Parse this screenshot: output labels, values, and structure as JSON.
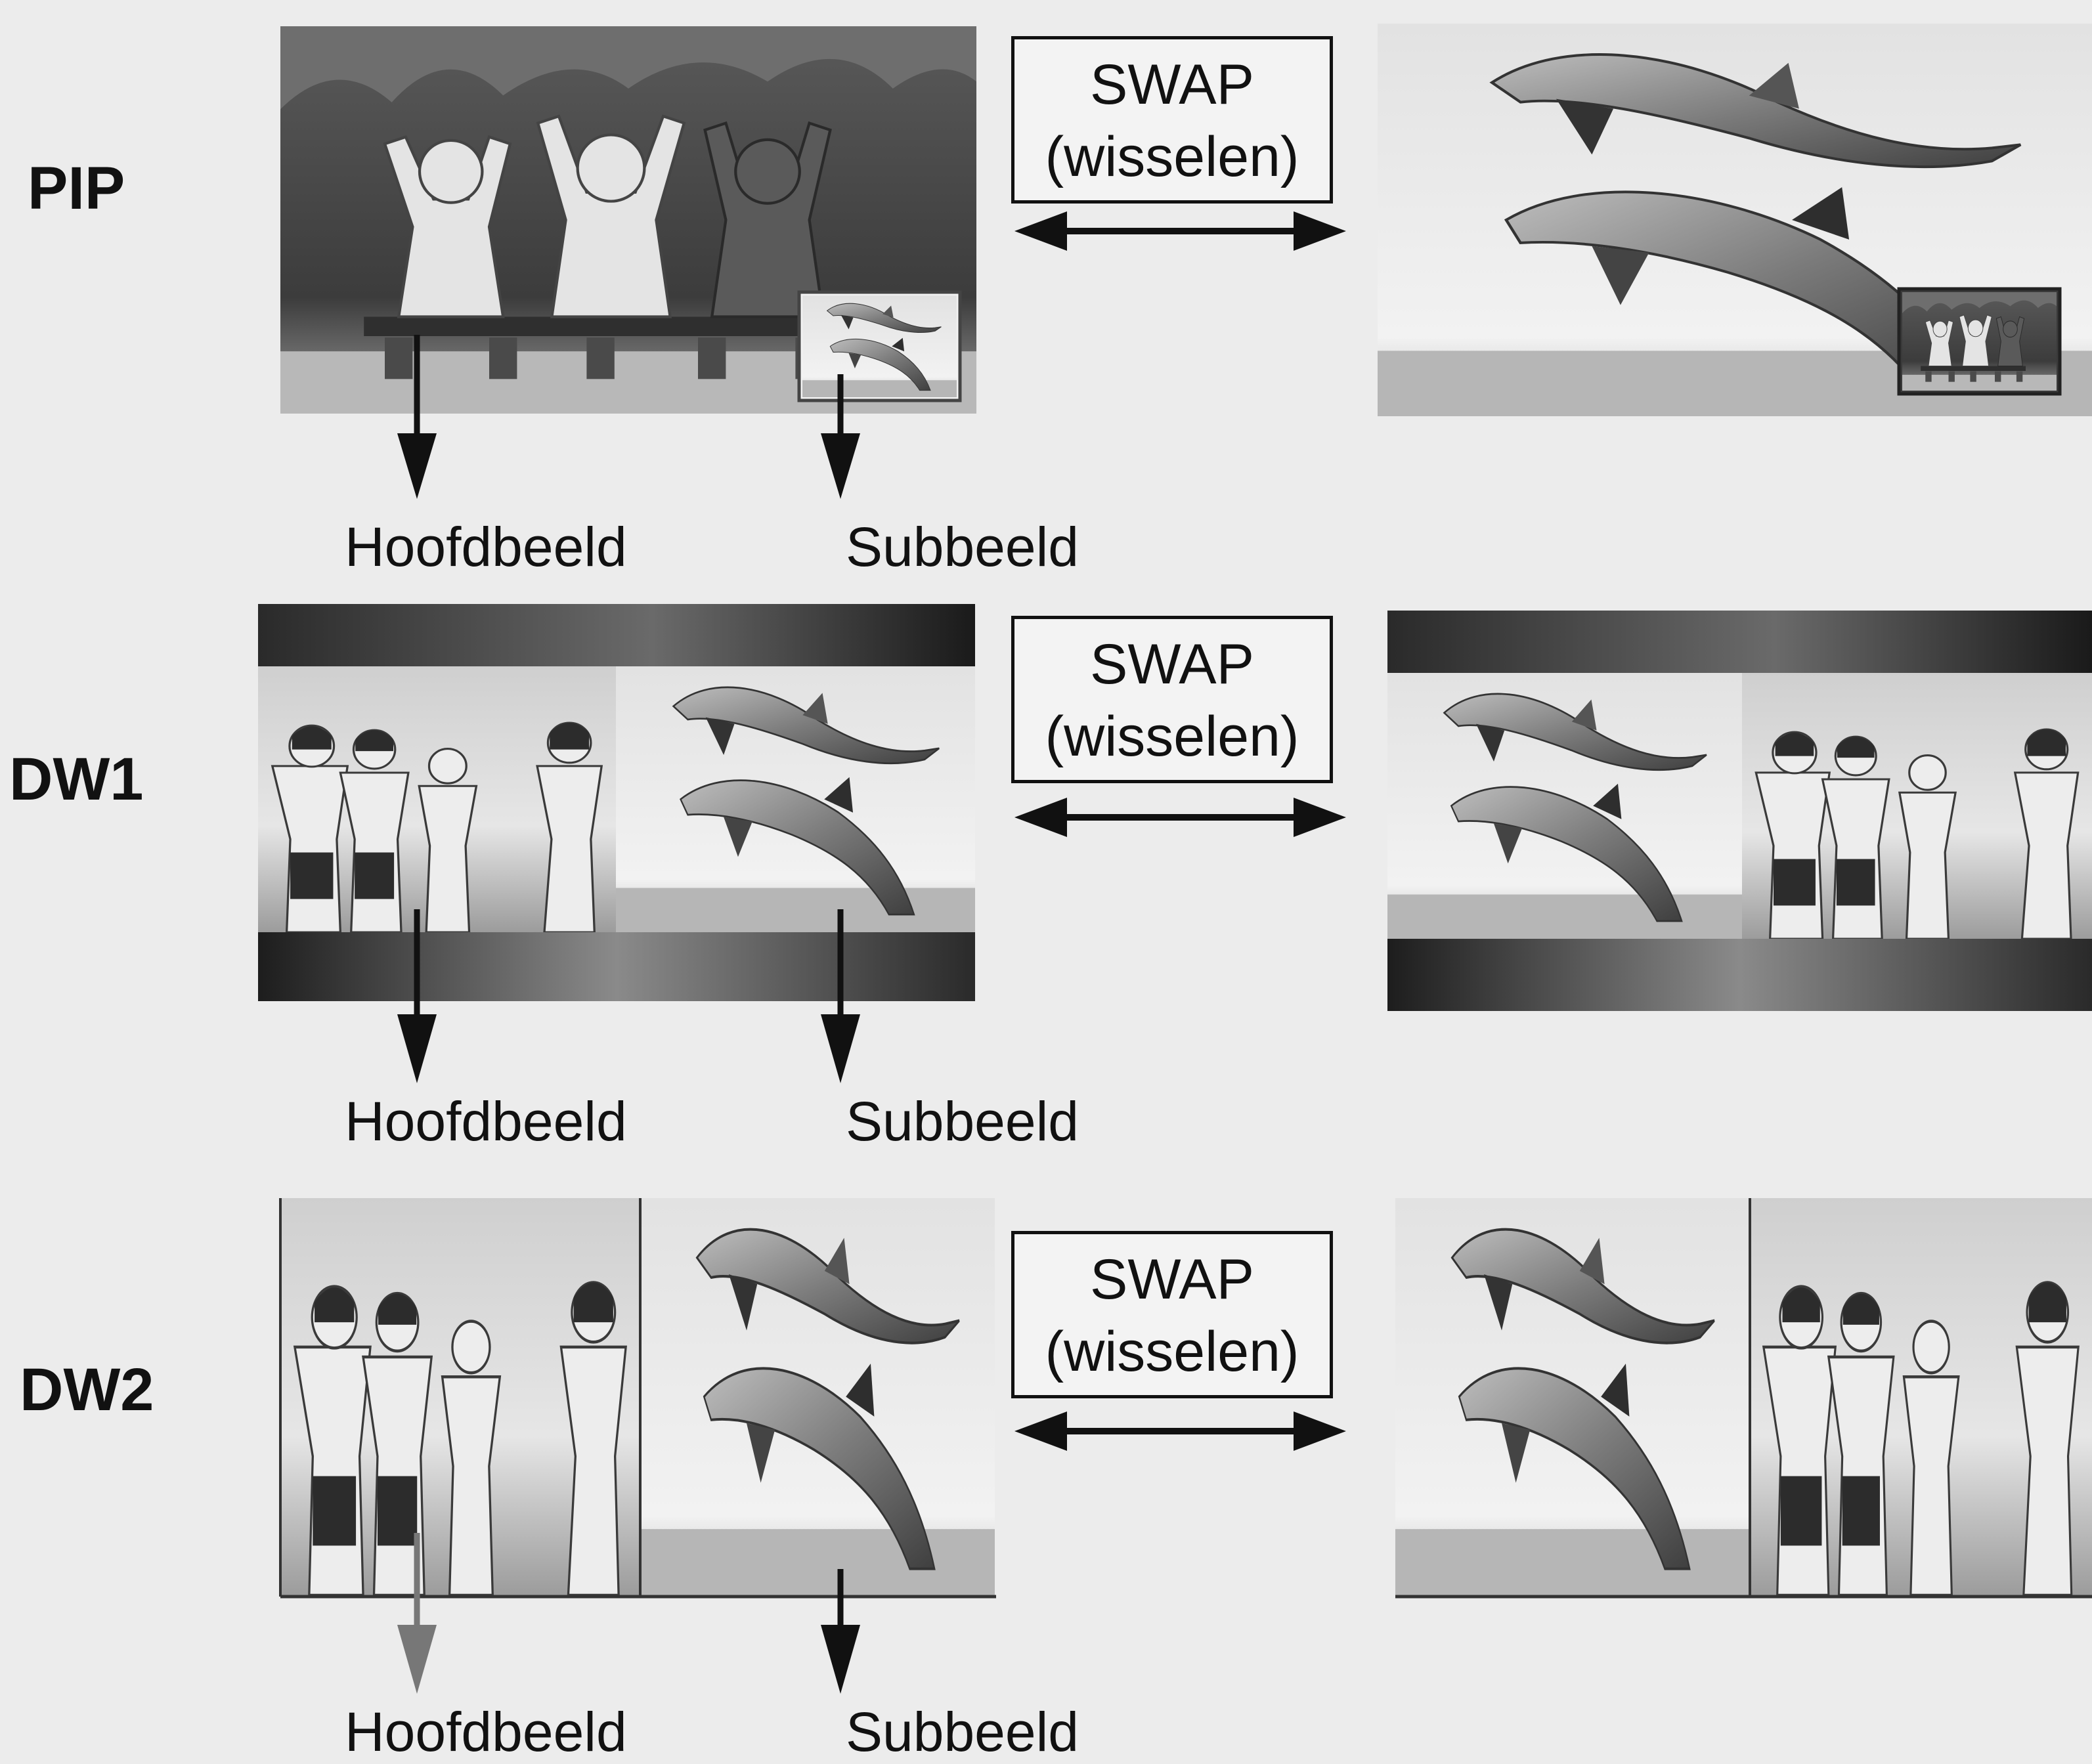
{
  "rows": [
    {
      "mode": "PIP",
      "swap": {
        "title": "SWAP",
        "subtitle": "(wisselen)"
      },
      "main_label": "Hoofdbeeld",
      "sub_label": "Subbeeld"
    },
    {
      "mode": "DW1",
      "swap": {
        "title": "SWAP",
        "subtitle": "(wisselen)"
      },
      "main_label": "Hoofdbeeld",
      "sub_label": "Subbeeld"
    },
    {
      "mode": "DW2",
      "swap": {
        "title": "SWAP",
        "subtitle": "(wisselen)"
      },
      "main_label": "Hoofdbeeld",
      "sub_label": "Subbeeld"
    }
  ],
  "colors": {
    "background": "#ececec",
    "ink": "#111111",
    "bar_dark": "#222222"
  },
  "icons": [
    "double-arrow-icon",
    "down-arrow-icon",
    "dolphins-image",
    "children-image"
  ]
}
